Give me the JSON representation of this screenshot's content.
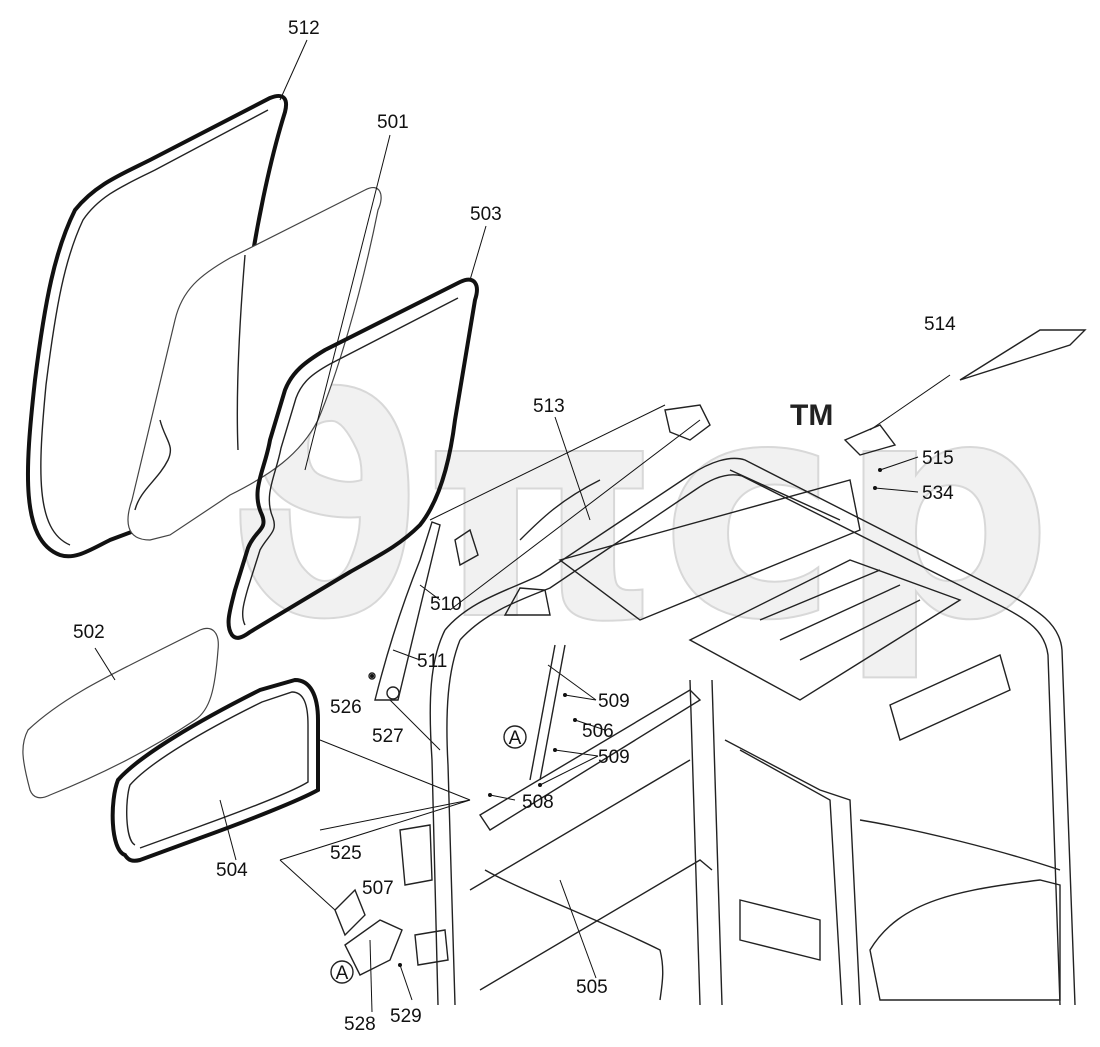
{
  "watermark": {
    "text": "ϑπcp",
    "tm": "TM"
  },
  "callouts": {
    "c512": "512",
    "c501": "501",
    "c503": "503",
    "c514": "514",
    "c513": "513",
    "c515": "515",
    "c534": "534",
    "c510": "510",
    "c502": "502",
    "c511": "511",
    "c526": "526",
    "c527": "527",
    "c509a": "509",
    "c506": "506",
    "c509b": "509",
    "c508": "508",
    "c504": "504",
    "c525": "525",
    "c507": "507",
    "c505": "505",
    "c528": "528",
    "c529": "529"
  },
  "detail_markers": {
    "a1": "A",
    "a2": "A"
  }
}
